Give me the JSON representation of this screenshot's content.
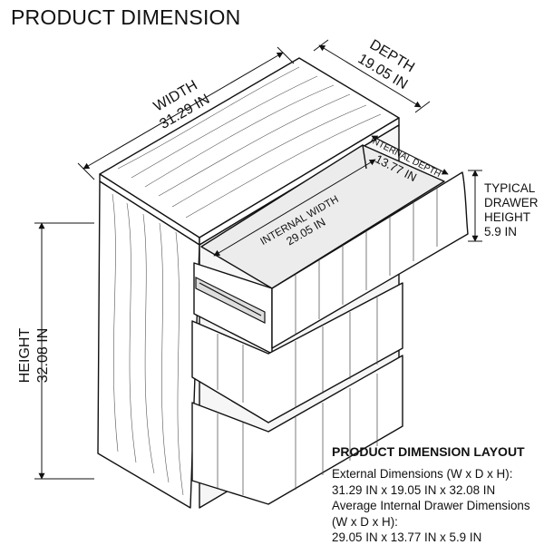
{
  "title": "PRODUCT DIMENSION",
  "dimensions": {
    "width": {
      "label": "WIDTH",
      "value": "31.29 IN"
    },
    "depth": {
      "label": "DEPTH",
      "value": "19.05 IN"
    },
    "height": {
      "label": "HEIGHT",
      "value": "32.08 IN"
    },
    "internal_width": {
      "label": "INTERNAL WIDTH",
      "value": "29.05 IN"
    },
    "internal_depth": {
      "label": "INTERNAL DEPTH",
      "value": "13.77 IN"
    },
    "drawer_height": {
      "line1": "TYPICAL",
      "line2": "DRAWER",
      "line3": "HEIGHT",
      "value": "5.9 IN"
    }
  },
  "layout": {
    "heading": "PRODUCT DIMENSION LAYOUT",
    "external_label": "External Dimensions (W x D x H):",
    "external_value": "31.29 IN x 19.05 IN x 32.08 IN",
    "internal_label_1": "Average Internal Drawer Dimensions",
    "internal_label_2": "(W x D x H):",
    "internal_value": "29.05 IN x 13.77 IN x 5.9 IN"
  },
  "colors": {
    "line": "#111111",
    "wood": "#3a3a3a",
    "background": "#ffffff"
  }
}
